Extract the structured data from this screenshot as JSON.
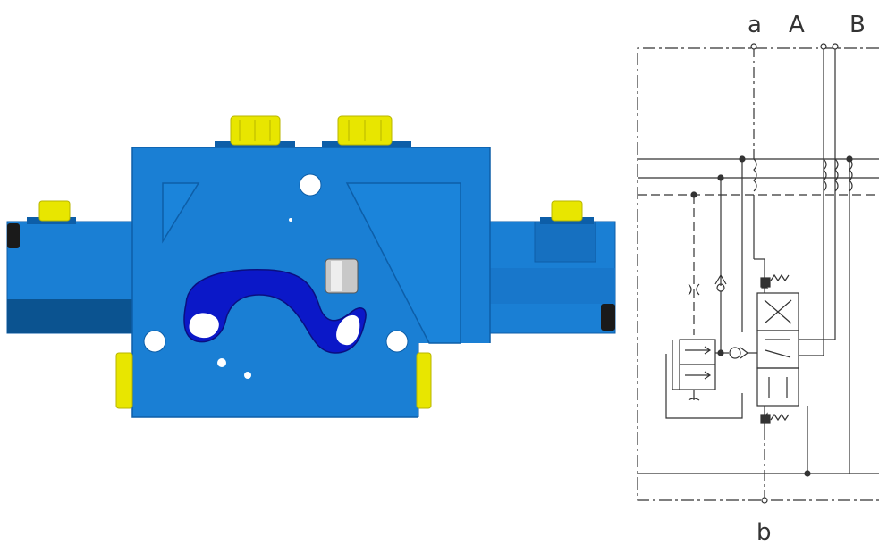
{
  "schematic": {
    "port_labels": {
      "a": "a",
      "A": "A",
      "B": "B",
      "b": "b"
    }
  },
  "colors": {
    "body_blue": "#1a7fd4",
    "body_edge": "#0d5ea8",
    "shadow_blue": "#0b5390",
    "cavity_blue": "#0b18c8",
    "fitting_yellow": "#e8e600",
    "fitting_dark": "#b8b500",
    "line_dark": "#333333"
  }
}
